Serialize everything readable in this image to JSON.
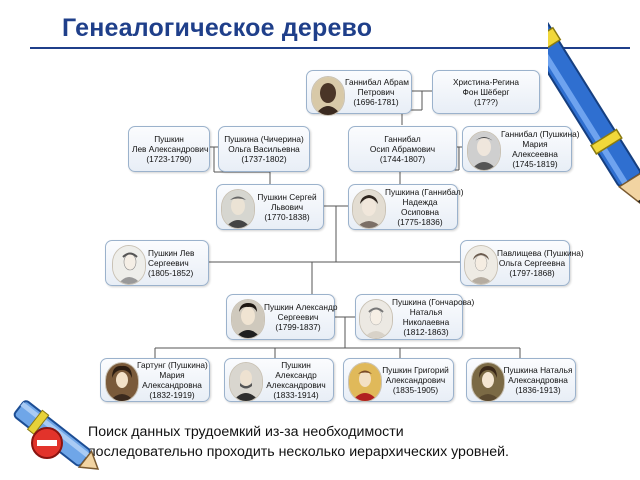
{
  "slide": {
    "title": "Генеалогическое дерево",
    "footer_line1": "Поиск данных трудоемкий из-за необходимости",
    "footer_line2": "последовательно проходить несколько иерархических уровней."
  },
  "people": {
    "gannibal_abram": [
      "Ганнибал Абрам",
      "Петрович",
      "(1696-1781)"
    ],
    "kristina_regina": [
      "Христина-Регина",
      "Фон Шёберг",
      "(17??)"
    ],
    "pushkin_lev_a": [
      "Пушкин",
      "Лев Александрович",
      "(1723-1790)"
    ],
    "pushkina_chicherina": [
      "Пушкина (Чичерина)",
      "Ольга Васильевна",
      "(1737-1802)"
    ],
    "gannibal_osip": [
      "Ганнибал",
      "Осип Абрамович",
      "(1744-1807)"
    ],
    "gannibal_pushkina_maria": [
      "Ганнибал (Пушкина)",
      "Мария",
      "Алексеевна",
      "(1745-1819)"
    ],
    "pushkin_sergei": [
      "Пушкин Сергей",
      "Львович",
      "(1770-1838)"
    ],
    "pushkina_nadezhda": [
      "Пушкина (Ганнибал)",
      "Надежда",
      "Осиповна",
      "(1775-1836)"
    ],
    "pushkin_lev_s": [
      "Пушкин Лев",
      "Сергеевич",
      "(1805-1852)"
    ],
    "pavlishcheva_olga": [
      "Павлищева (Пушкина)",
      "Ольга Сергеевна",
      "(1797-1868)"
    ],
    "pushkin_alexander": [
      "Пушкин Александр",
      "Сергеевич",
      "(1799-1837)"
    ],
    "pushkina_natalia": [
      "Пушкина (Гончарова)",
      "Наталья",
      "Николаевна",
      "(1812-1863)"
    ],
    "gartung_maria": [
      "Гартунг (Пушкина)",
      "Мария",
      "Александровна",
      "(1832-1919)"
    ],
    "pushkin_alexander_a": [
      "Пушкин",
      "Александр",
      "Александрович",
      "(1833-1914)"
    ],
    "pushkin_grigory": [
      "Пушкин Григорий",
      "Александрович",
      "(1835-1905)"
    ],
    "pushkina_natalia_a": [
      "Пушкина Наталья",
      "Александровна",
      "(1836-1913)"
    ]
  },
  "colors": {
    "title": "#1f3f8a",
    "node_border": "#9bb2cc",
    "connector": "#555555"
  },
  "icons": [
    "pencil-icon",
    "crayon-icon",
    "no-entry-icon",
    "portrait-icon"
  ]
}
